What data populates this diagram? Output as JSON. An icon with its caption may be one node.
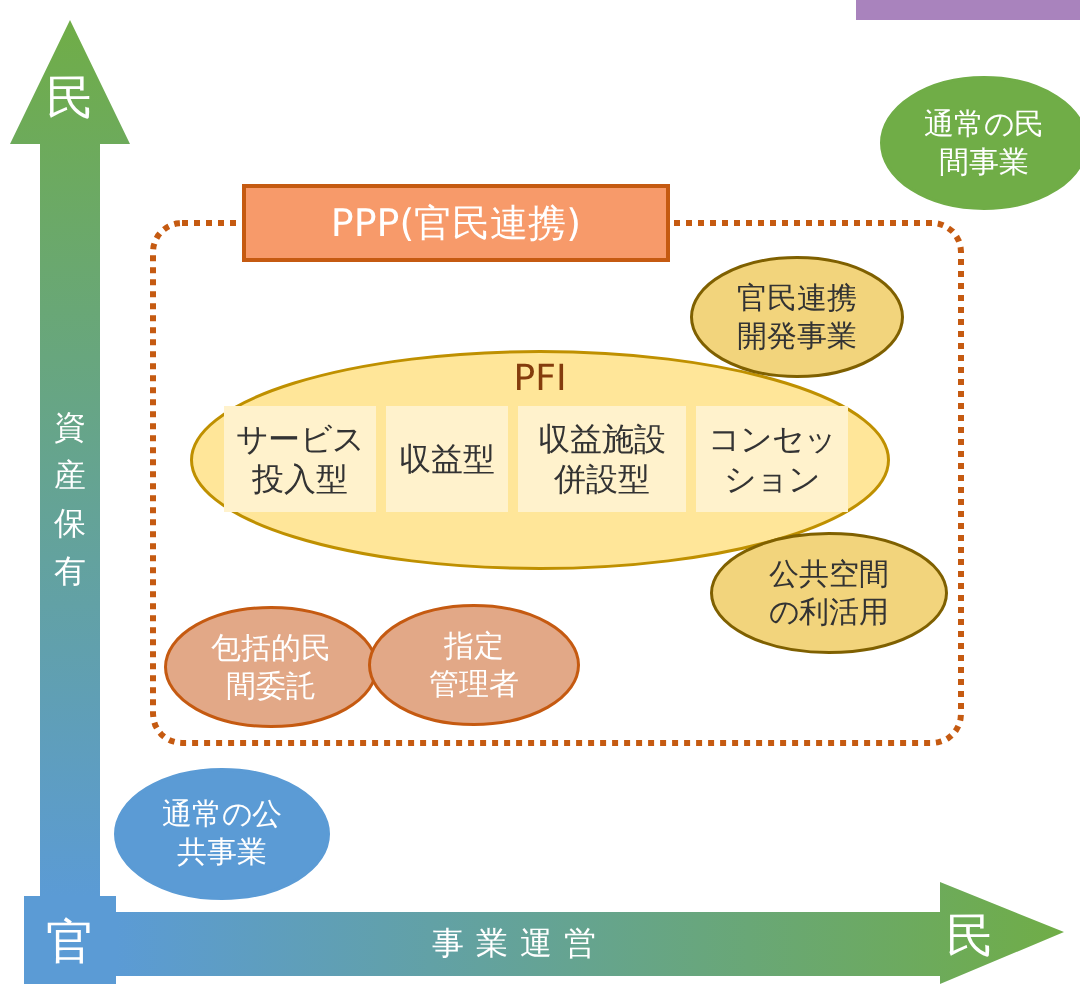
{
  "diagram": {
    "nodes": [
      {
        "text": [
          "PPP(官民連携)"
        ]
      },
      {
        "text": [
          "PFI"
        ],
        "in": 0
      },
      {
        "text": [
          "サービス投入型"
        ],
        "in": 1
      },
      {
        "text": [
          "収益型"
        ],
        "in": 1
      },
      {
        "text": [
          "収益施設併設型"
        ],
        "in": 1
      },
      {
        "text": [
          "コンセッション"
        ],
        "in": 1
      },
      {
        "text": [
          "官民連携開発事業"
        ],
        "in": 0
      },
      {
        "text": [
          "公共空間の利活用"
        ],
        "in": 0
      },
      {
        "text": [
          "包括的民間委託"
        ],
        "in": 0
      },
      {
        "text": [
          "指定管理者"
        ],
        "in": 0
      },
      {
        "text": [
          "通常の民間事業"
        ]
      },
      {
        "text": [
          "通常の公共事業"
        ]
      }
    ],
    "edges": [],
    "labels": [
      "民",
      "資産保有",
      "官",
      "事業運営",
      "民"
    ]
  }
}
